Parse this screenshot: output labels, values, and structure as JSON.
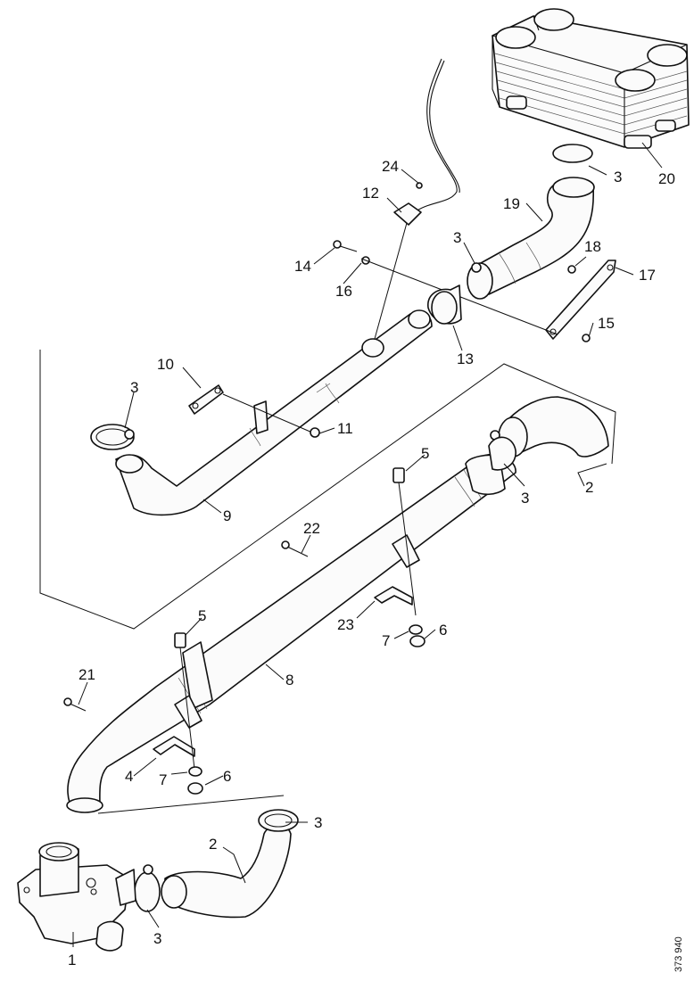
{
  "callouts": [
    {
      "id": "c1",
      "label": "1"
    },
    {
      "id": "c2a",
      "label": "2"
    },
    {
      "id": "c2b",
      "label": "2"
    },
    {
      "id": "c3a",
      "label": "3"
    },
    {
      "id": "c3b",
      "label": "3"
    },
    {
      "id": "c3c",
      "label": "3"
    },
    {
      "id": "c3d",
      "label": "3"
    },
    {
      "id": "c3e",
      "label": "3"
    },
    {
      "id": "c3f",
      "label": "3"
    },
    {
      "id": "c4",
      "label": "4"
    },
    {
      "id": "c5a",
      "label": "5"
    },
    {
      "id": "c5b",
      "label": "5"
    },
    {
      "id": "c6a",
      "label": "6"
    },
    {
      "id": "c6b",
      "label": "6"
    },
    {
      "id": "c7a",
      "label": "7"
    },
    {
      "id": "c7b",
      "label": "7"
    },
    {
      "id": "c8",
      "label": "8"
    },
    {
      "id": "c9",
      "label": "9"
    },
    {
      "id": "c10",
      "label": "10"
    },
    {
      "id": "c11",
      "label": "11"
    },
    {
      "id": "c12",
      "label": "12"
    },
    {
      "id": "c13",
      "label": "13"
    },
    {
      "id": "c14",
      "label": "14"
    },
    {
      "id": "c15",
      "label": "15"
    },
    {
      "id": "c16",
      "label": "16"
    },
    {
      "id": "c17",
      "label": "17"
    },
    {
      "id": "c18",
      "label": "18"
    },
    {
      "id": "c19",
      "label": "19"
    },
    {
      "id": "c20",
      "label": "20"
    },
    {
      "id": "c21",
      "label": "21"
    },
    {
      "id": "c22",
      "label": "22"
    },
    {
      "id": "c23",
      "label": "23"
    },
    {
      "id": "c24",
      "label": "24"
    }
  ],
  "drawing_number": "373 940"
}
